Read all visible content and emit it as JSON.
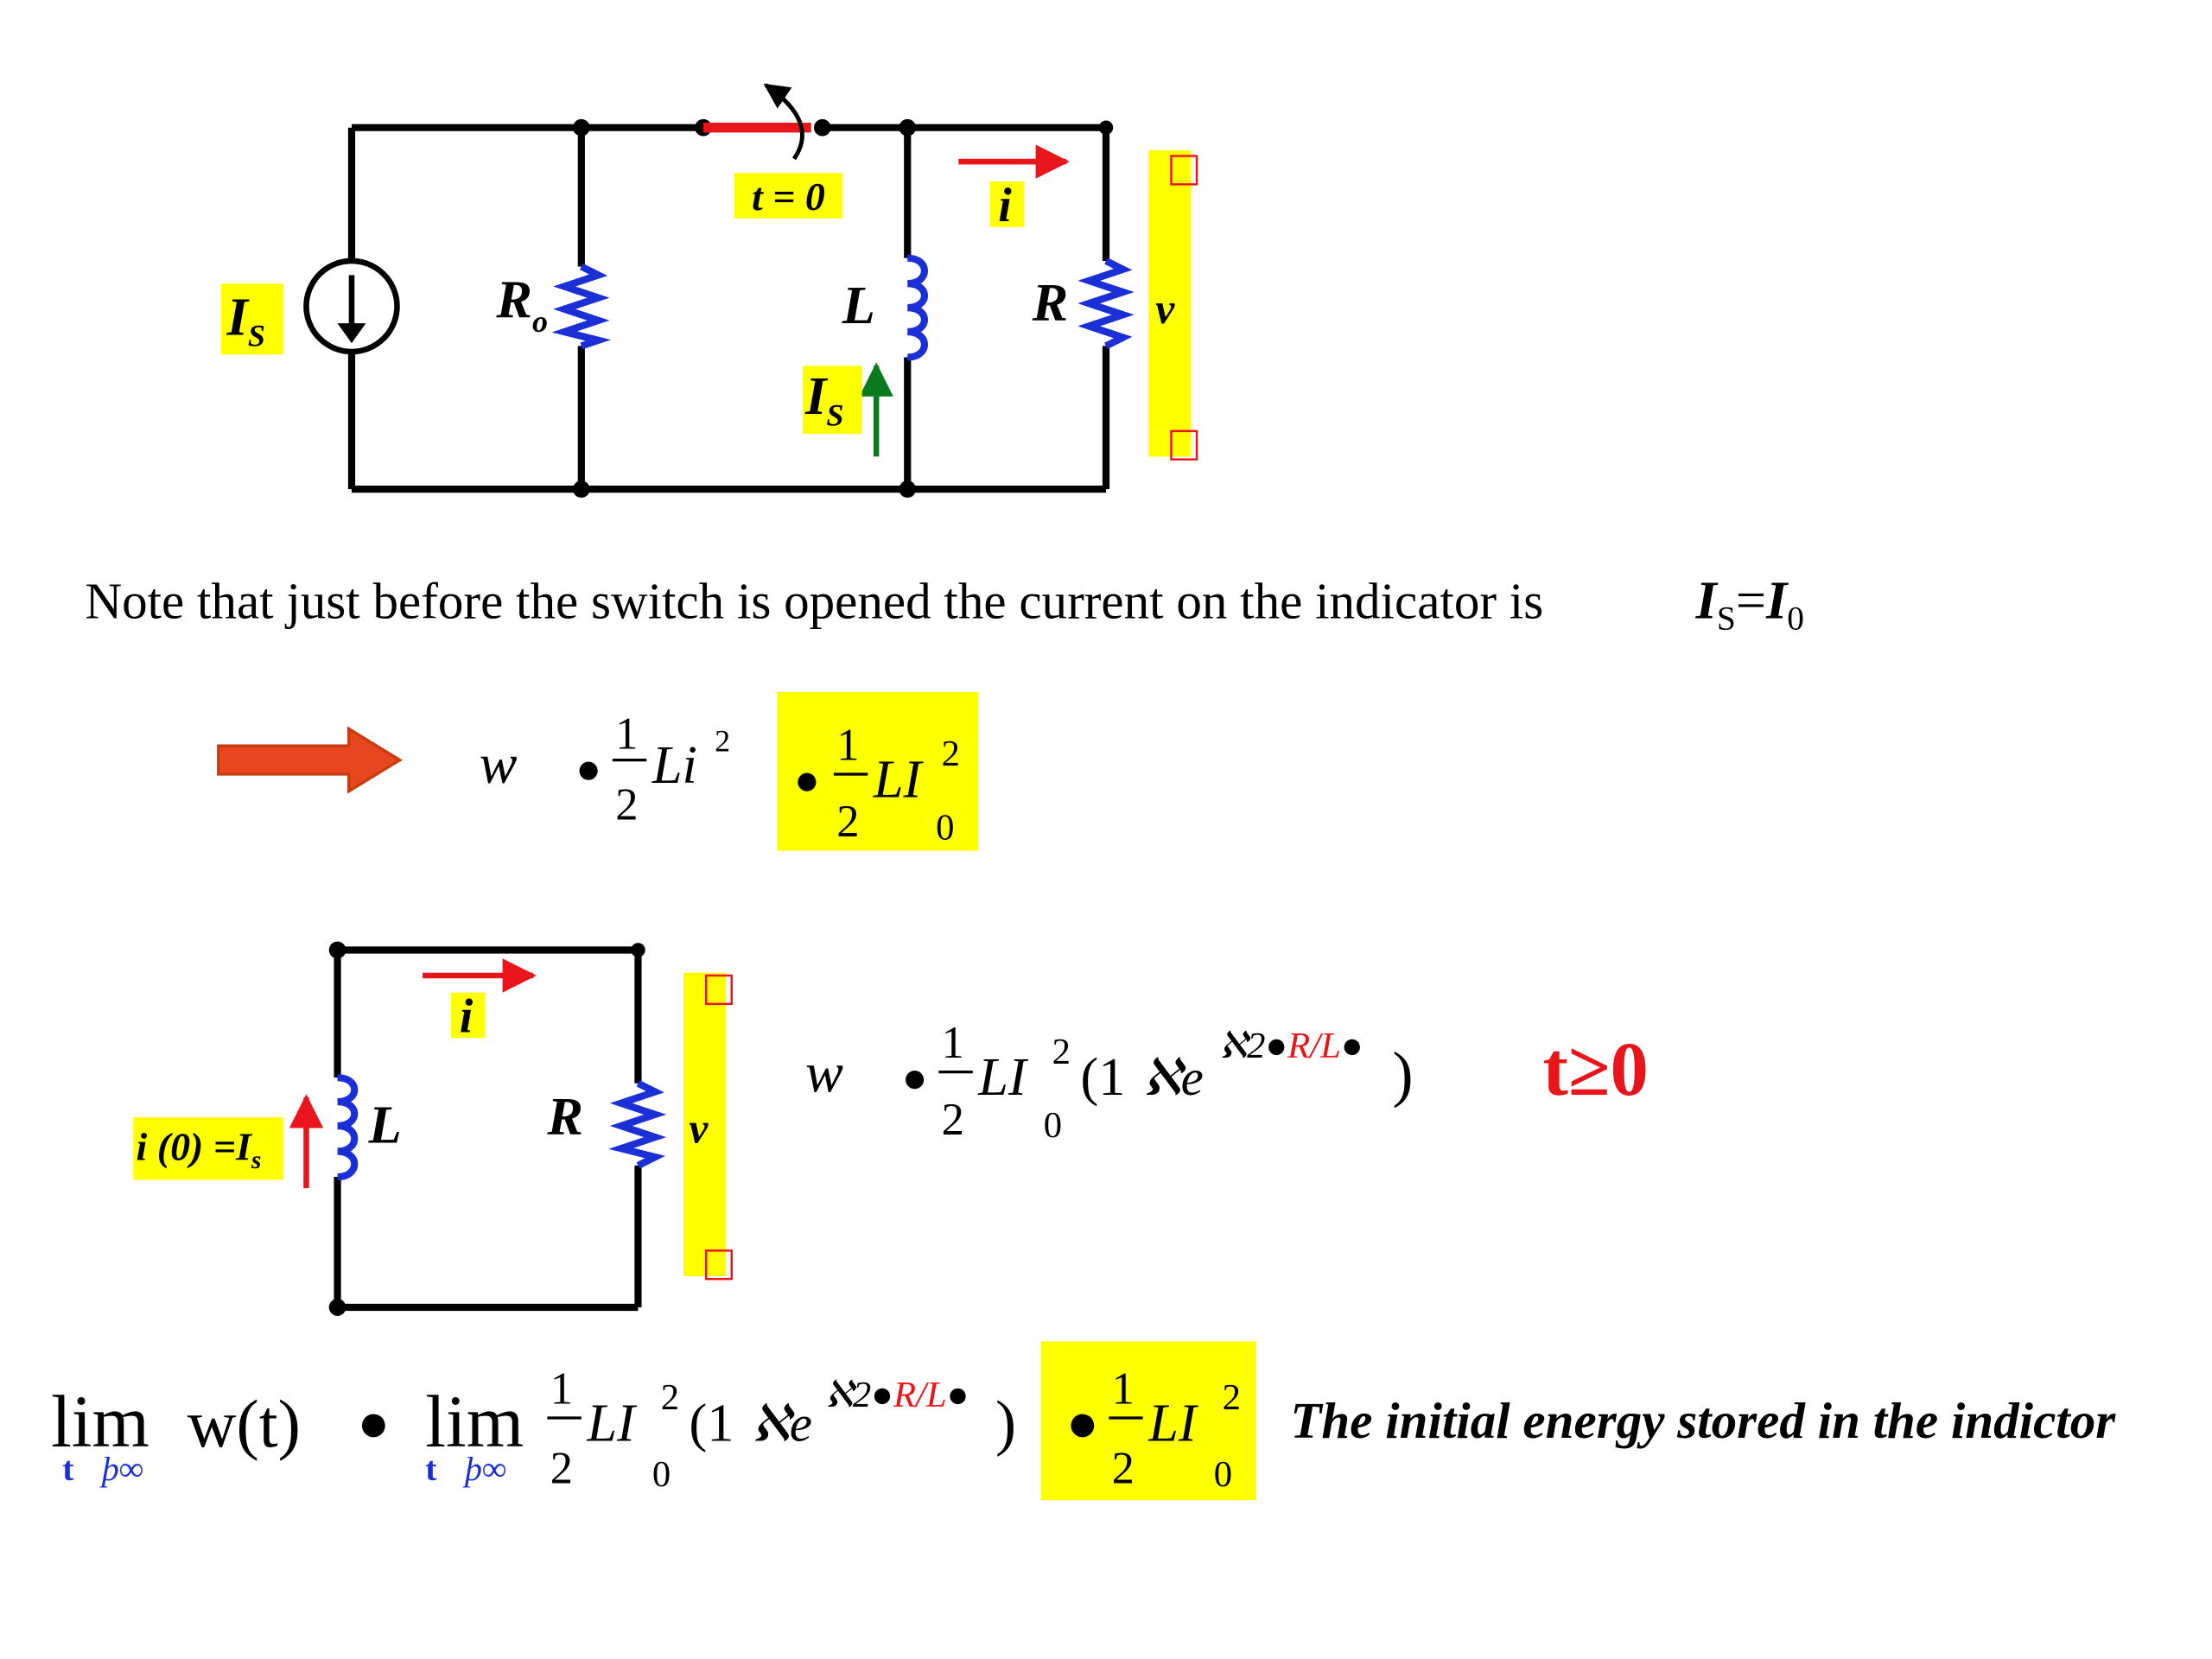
{
  "colors": {
    "highlight": "#ffff00",
    "switch_red": "#e8161a",
    "coil_blue": "#1a2fd6",
    "source_green": "#0b7a1e",
    "arrow_orange": "#e8461e",
    "result_red": "#e8161a"
  },
  "circuit1": {
    "source_label": "I",
    "source_sub": "S",
    "r0_label": "R",
    "r0_sub": "o",
    "switch_label": "t = 0",
    "inductor_label": "L",
    "is_label": "I",
    "is_sub": "S",
    "current_label": "i",
    "r_label": "R",
    "v_label": "v"
  },
  "note": {
    "text": "Note that just before the switch is opened the current on the indicator is",
    "lhs": "I",
    "lhs_sub": "S",
    "eq": "=",
    "rhs": "I",
    "rhs_sub": "0"
  },
  "energy_eq": {
    "w": "w",
    "bullet": "●",
    "one": "1",
    "two": "2",
    "Li": "Li",
    "sq": "2",
    "LI": "LI",
    "sup2": "2",
    "sub0": "0"
  },
  "circuit2": {
    "init_label": "i (0) =I",
    "init_sub": "s",
    "inductor_label": "L",
    "current_label": "i",
    "r_label": "R",
    "v_label": "v"
  },
  "decay_eq": {
    "w": "w",
    "bullet": "●",
    "one": "1",
    "two": "2",
    "LI": "LI",
    "sup2": "2",
    "sub0": "0",
    "open_paren": "(1",
    "minus_e": "ℵe",
    "exp_prefix": "ℵ2●",
    "exp_red": "R/L",
    "exp_suffix": "●",
    "close_paren": ")"
  },
  "condition": "t≥0",
  "limit_eq": {
    "lim1": "lim",
    "lim1_sub_t": "t",
    "lim1_sub_inf": "ϸ∞",
    "wt": "w(t)",
    "bullet": "●",
    "lim2": "lim",
    "lim2_sub_t": "t",
    "lim2_sub_inf": "ϸ∞",
    "one": "1",
    "two": "2",
    "LI": "LI",
    "sup2": "2",
    "sub0": "0",
    "open_paren": "(1",
    "minus_e": "ℵe",
    "exp_prefix": "ℵ2●",
    "exp_red": "R/L",
    "exp_suffix": "●",
    "close_paren": ")",
    "result_bullet": "●",
    "result_one": "1",
    "result_two": "2",
    "result_LI": "LI",
    "result_sup2": "2",
    "result_sub0": "0",
    "caption": "The initial energy stored in the indictor"
  }
}
